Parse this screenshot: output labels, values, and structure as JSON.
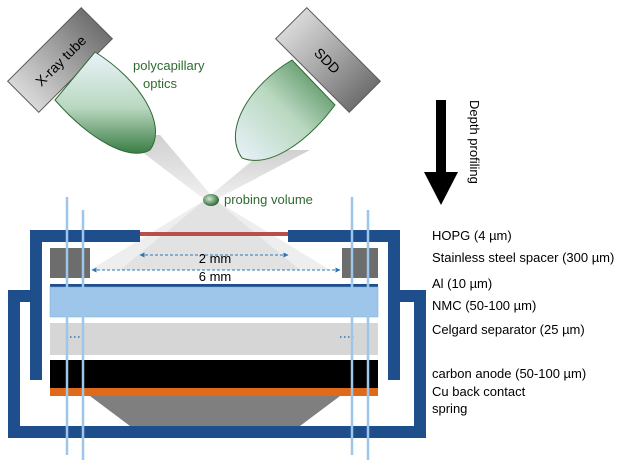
{
  "labels": {
    "xray_tube": "X-ray tube",
    "sdd": "SDD",
    "polycapillary": "polycapillary",
    "optics": "optics",
    "probing_volume": "probing volume",
    "depth_profiling": "Depth profiling",
    "width_small": "2 mm",
    "width_large": "6 mm"
  },
  "layers": [
    {
      "label": "HOPG (4 µm)"
    },
    {
      "label": "Stainless steel spacer (300 µm)"
    },
    {
      "label": "Al (10 µm)"
    },
    {
      "label": "NMC (50-100 µm)"
    },
    {
      "label": "Celgard separator (25 µm)"
    },
    {
      "label": "carbon anode (50-100 µm)"
    },
    {
      "label": "Cu back contact"
    },
    {
      "label": "spring"
    }
  ],
  "colors": {
    "frame_blue": "#1f4e8c",
    "optics_green": "#3a7d44",
    "text_green": "#2e6b2e",
    "hopg_red": "#b5504a",
    "nmc_blue": "#9ec5ea",
    "separator_gray": "#d6d6d6",
    "anode_black": "#000000",
    "cu_orange": "#e06a1c",
    "spring_gray": "#7f7f7f",
    "spacer_gray": "#6d6d6d"
  }
}
